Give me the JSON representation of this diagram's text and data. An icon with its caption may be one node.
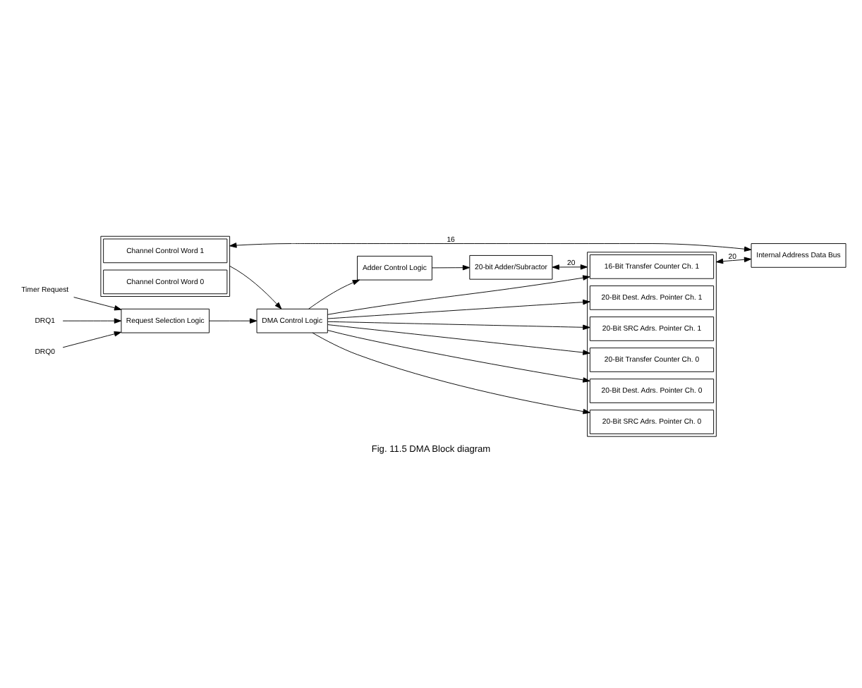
{
  "diagram": {
    "caption": "Fig. 11.5 DMA Block diagram",
    "nodes": [
      {
        "text": [
          "20-bit Adder/Subractor"
        ]
      },
      {
        "text": [
          "Adder Control Logic"
        ]
      },
      {
        "text": [
          "Timer Request"
        ]
      },
      {
        "text": [
          "Request Selection Logic"
        ]
      },
      {
        "text": [
          "DRQ1"
        ]
      },
      {
        "text": [
          "DRQ0"
        ]
      },
      {
        "text": [],
        "shape": "box"
      },
      {
        "text": [
          "16-Bit Transfer Counter Ch. 1"
        ],
        "in": 6
      },
      {
        "text": [
          "20-Bit Dest. Adrs. Pointer Ch. 1"
        ],
        "in": 6
      },
      {
        "text": [
          "20-Bit SRC Adrs. Pointer Ch. 1"
        ],
        "in": 6
      },
      {
        "text": [
          "20-Bit Transfer Counter Ch. 0"
        ],
        "in": 6
      },
      {
        "text": [
          "20-Bit Dest. Adrs. Pointer Ch. 0"
        ],
        "in": 6
      },
      {
        "text": [
          "20-Bit SRC Adrs. Pointer Ch. 0"
        ],
        "in": 6
      },
      {
        "text": [
          "DMA Control Logic"
        ]
      },
      {
        "text": [],
        "shape": "box"
      },
      {
        "text": [
          "Channel Control Word 1"
        ],
        "in": 14
      },
      {
        "text": [
          "Channel Control Word 0"
        ],
        "in": 14
      },
      {
        "text": [
          "Internal Address Data Bus"
        ]
      }
    ],
    "edges": [
      {
        "from": 1,
        "to": 0,
        "arrow": "to"
      },
      {
        "from": 13,
        "to": 1,
        "arrow": "to"
      },
      {
        "from": 2,
        "to": 3,
        "arrow": "to"
      },
      {
        "from": 4,
        "to": 3,
        "arrow": "to"
      },
      {
        "from": 5,
        "to": 3,
        "arrow": "to"
      },
      {
        "from": 3,
        "to": 13,
        "arrow": "to"
      },
      {
        "from": 13,
        "to": 7,
        "arrow": "to"
      },
      {
        "from": 13,
        "to": 8,
        "arrow": "to"
      },
      {
        "from": 13,
        "to": 9,
        "arrow": "to"
      },
      {
        "from": 13,
        "to": 10,
        "arrow": "to"
      },
      {
        "from": 13,
        "to": 11,
        "arrow": "to"
      },
      {
        "from": 13,
        "to": 12,
        "arrow": "to"
      },
      {
        "from": 0,
        "to": 6,
        "arrow": "both",
        "label": "20"
      },
      {
        "from": 6,
        "to": 17,
        "arrow": "both",
        "label": "20"
      },
      {
        "from": 14,
        "to": 13,
        "arrow": "to"
      },
      {
        "from": 14,
        "to": 17,
        "arrow": "both",
        "label": "16"
      }
    ]
  }
}
